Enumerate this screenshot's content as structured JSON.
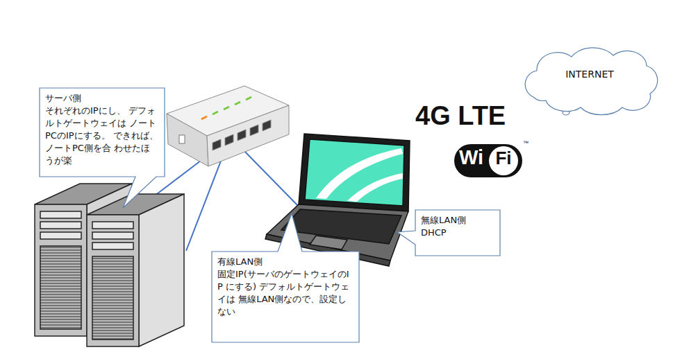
{
  "diagram": {
    "nodes": [
      {
        "text": [
          "INTERNET"
        ]
      },
      {
        "text": [
          "サーバ側",
          "それぞれのIPにし、 デフォルトゲートウェイは ノートPCのIPにする。 できれば、ノートPC側を合 わせたほうが楽"
        ]
      },
      {
        "text": [
          "無線LAN側",
          "DHCP"
        ]
      },
      {
        "text": [
          "有線LAN側",
          "固定IP(サーバのゲートウェイのIP にする) デフォルトゲートウェイは 無線LAN側なので、設定しない"
        ]
      }
    ],
    "labels": [
      "4G LTE",
      "Wi",
      "Fi",
      "™"
    ]
  }
}
